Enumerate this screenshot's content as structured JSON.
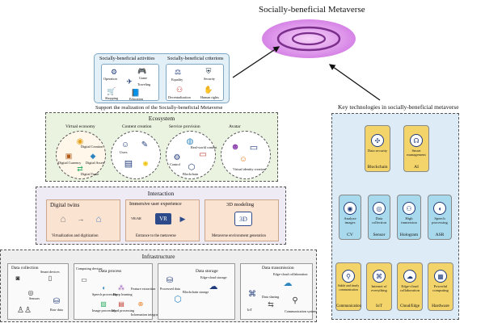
{
  "title": "Socially-beneficial Metaverse",
  "activities": {
    "heading_left": "Socially-beneficial activities",
    "heading_right": "Socially-beneficial criterions",
    "left_items": [
      "Operation",
      "Game",
      "Traveling",
      "Shopping",
      "Education"
    ],
    "right_items": [
      "Equality",
      "Security",
      "Decentralization",
      "Human rights"
    ]
  },
  "support_label": "Support the realization of the Socially-beneficial Metaverse",
  "ecosystem": {
    "title": "Ecosystem",
    "sections": [
      {
        "label": "Virtual economy",
        "notes": [
          "Digital Creation",
          "Digital Currency",
          "Digital Assets",
          "Digital Trade"
        ]
      },
      {
        "label": "Content creation",
        "notes": [
          "Users"
        ]
      },
      {
        "label": "Service provision",
        "notes": [
          "Real-world content",
          "Control",
          "Blockchain"
        ]
      },
      {
        "label": "Avatar",
        "notes": [
          "Virtual identity creation"
        ]
      }
    ]
  },
  "interaction": {
    "title": "Interaction",
    "panels": [
      {
        "title": "Digital twins",
        "caption": "Virtualization and digitization"
      },
      {
        "title": "Immersive user experience",
        "caption": "Entrance to the metaverse",
        "badge": "VR/AR"
      },
      {
        "title": "3D modeling",
        "caption": "Metaverse environment generation",
        "badge": "3D"
      }
    ]
  },
  "infrastructure": {
    "title": "Infrastructure",
    "blocks": [
      {
        "label": "Data collection",
        "notes": [
          "Smart devices",
          "Sensors",
          "Raw data"
        ]
      },
      {
        "label": "Data process",
        "notes": [
          "Computing devices",
          "Speech processing",
          "Image processing",
          "Deep learning",
          "Feature extraction",
          "Word processing",
          "Information integration"
        ]
      },
      {
        "label": "Data storage",
        "notes": [
          "Processed data",
          "Blockchain storage",
          "Edge-cloud storage"
        ]
      },
      {
        "label": "Data transmission",
        "notes": [
          "Edge-cloud collaboration",
          "IoT",
          "Communication system",
          "Data sharing"
        ]
      }
    ]
  },
  "tech": {
    "heading": "Key technologies in socially-beneficial metaverse",
    "rows": [
      [
        {
          "name": "Data security",
          "label": "Blockchain",
          "color": "#f2d46b",
          "icon": "network-icon"
        },
        {
          "name": "Smart management",
          "label": "AI",
          "color": "#f2d46b",
          "icon": "brain-icon"
        }
      ],
      [
        {
          "name": "Analyze images",
          "label": "CV",
          "color": "#a9d9ec",
          "icon": "eye-icon"
        },
        {
          "name": "Data collection",
          "label": "Sensor",
          "color": "#a9d9ec",
          "icon": "sensor-icon"
        },
        {
          "name": "High immersion",
          "label": "Hologram",
          "color": "#a9d9ec",
          "icon": "hologram-icon"
        },
        {
          "name": "Speech processing",
          "label": "ASR",
          "color": "#a9d9ec",
          "icon": "speech-icon"
        }
      ],
      [
        {
          "name": "Stable and timely communication",
          "label": "Communication",
          "color": "#f2d46b",
          "icon": "antenna-icon"
        },
        {
          "name": "Internet of everything",
          "label": "IoT",
          "color": "#f2d46b",
          "icon": "iot-icon"
        },
        {
          "name": "Edge-cloud collaboration",
          "label": "Cloud/Edge",
          "color": "#f2d46b",
          "icon": "cloud-icon"
        },
        {
          "name": "Powerful computing",
          "label": "Hardware",
          "color": "#f2d46b",
          "icon": "chip-icon"
        }
      ]
    ]
  },
  "colors": {
    "activities_bg": "#e4f0f7",
    "ecosystem_bg": "#eaf3df",
    "interaction_bg": "#eeebf5",
    "panel_bg": "#fbe3d2",
    "infra_bg": "#eeeeee",
    "tech_bg": "#dcebf5",
    "metaverse": "#e6a8f0"
  }
}
